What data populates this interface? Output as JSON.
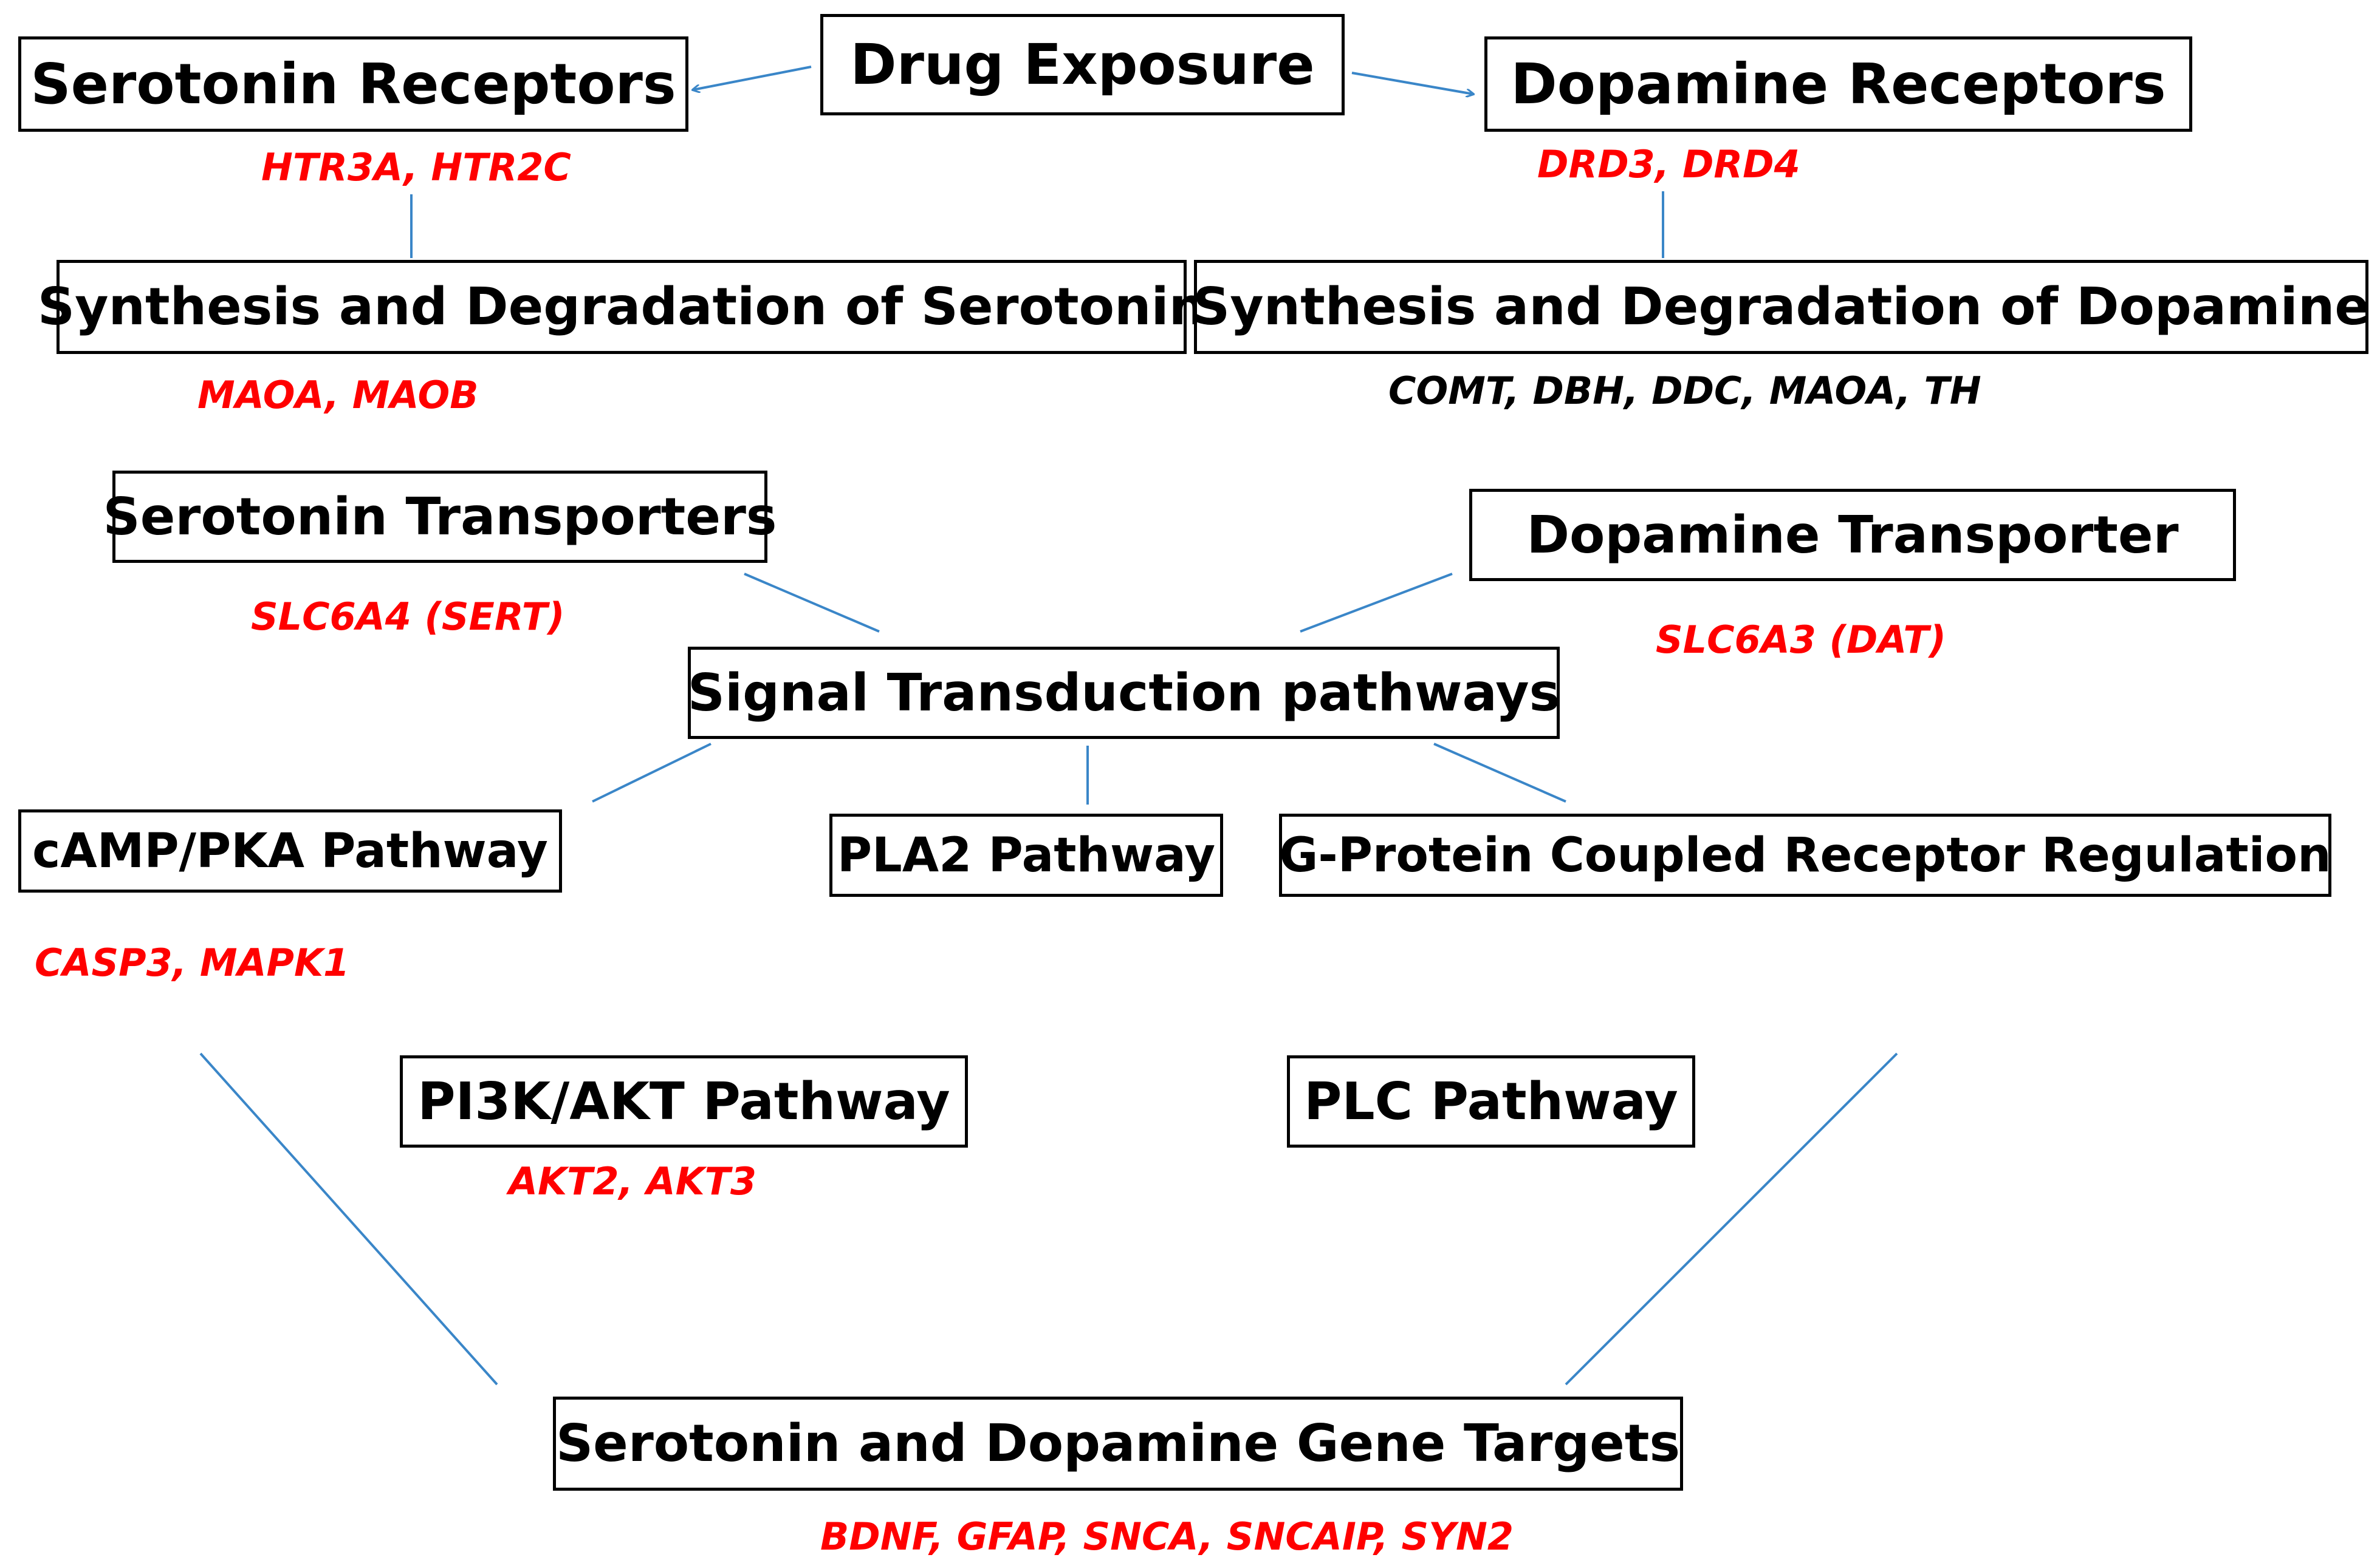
{
  "colors": {
    "box_border": "#000000",
    "gene_highlight": "#ff0000",
    "gene_plain": "#000000",
    "connector": "#3a86c8"
  },
  "nodes": {
    "drug_exposure": "Drug Exposure",
    "serotonin_receptors": "Serotonin Receptors",
    "dopamine_receptors": "Dopamine Receptors",
    "synth_serotonin": "Synthesis and Degradation of Serotonin",
    "synth_dopamine": "Synthesis and Degradation of Dopamine",
    "serotonin_transporters": "Serotonin Transporters",
    "dopamine_transporter": "Dopamine Transporter",
    "signal_transduction": "Signal Transduction pathways",
    "camp_pka": "cAMP/PKA Pathway",
    "pla2": "PLA2 Pathway",
    "gpcr": "G-Protein Coupled Receptor Regulation",
    "pi3k_akt": "PI3K/AKT Pathway",
    "plc": "PLC Pathway",
    "gene_targets": "Serotonin and Dopamine Gene Targets"
  },
  "genes": {
    "serotonin_receptors": {
      "text": "HTR3A, HTR2C",
      "highlighted": true
    },
    "dopamine_receptors": {
      "text": "DRD3, DRD4",
      "highlighted": true
    },
    "synth_serotonin": {
      "text": "MAOA, MAOB",
      "highlighted": true
    },
    "synth_dopamine": {
      "text": "COMT, DBH, DDC, MAOA, TH",
      "highlighted": false
    },
    "serotonin_transporters": {
      "text": "SLC6A4 (SERT)",
      "highlighted": true
    },
    "dopamine_transporter": {
      "text": "SLC6A3 (DAT)",
      "highlighted": true
    },
    "camp_pka": {
      "text": "CASP3, MAPK1",
      "highlighted": true
    },
    "pi3k_akt": {
      "text": "AKT2, AKT3",
      "highlighted": true
    },
    "gene_targets": {
      "text": "BDNF, GFAP, SNCA, SNCAIP, SYN2",
      "highlighted": true
    }
  }
}
